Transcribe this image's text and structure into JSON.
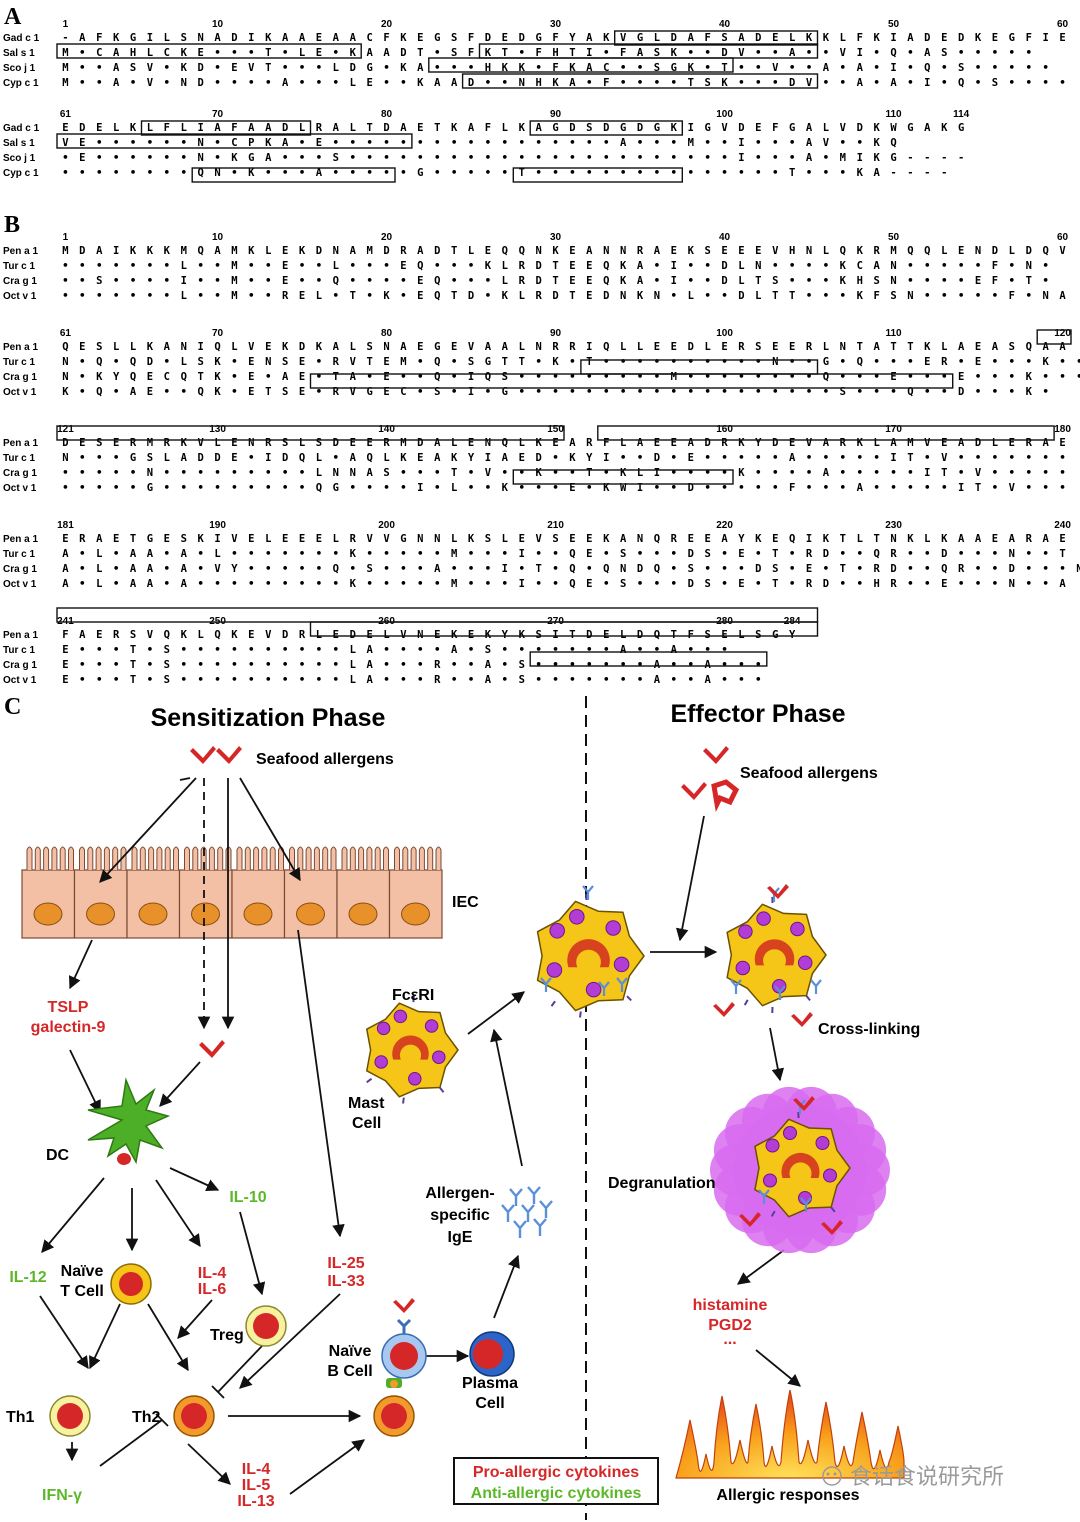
{
  "panels": {
    "a": "A",
    "b": "B",
    "c": "C"
  },
  "alignment_a": {
    "numbers": {
      "row1": [
        {
          "col": 0,
          "label": "1"
        },
        {
          "col": 9,
          "label": "10"
        },
        {
          "col": 19,
          "label": "20"
        },
        {
          "col": 29,
          "label": "30"
        },
        {
          "col": 39,
          "label": "40"
        },
        {
          "col": 49,
          "label": "50"
        },
        {
          "col": 59,
          "label": "60"
        }
      ],
      "row2": [
        {
          "col": 0,
          "label": "61"
        },
        {
          "col": 9,
          "label": "70"
        },
        {
          "col": 19,
          "label": "80"
        },
        {
          "col": 29,
          "label": "90"
        },
        {
          "col": 39,
          "label": "100"
        },
        {
          "col": 49,
          "label": "110"
        },
        {
          "col": 53,
          "label": "114"
        }
      ]
    },
    "blocks": [
      {
        "names": [
          "Gad c 1",
          "Sal s 1",
          "Sco j 1",
          "Cyp c 1"
        ],
        "seqs": [
          "-AFKGILSNADIKAAEAACFKEGSFDEDGFYAKVGLDAFSADELKKLFKIADEDKEGFIE",
          "M•CAHLCKE•••T•LE•KAADT•SFKT•FHTI•FASK••DV••A••VI•Q•AS•••••",
          "M••ASV•KD•EVT•••LDG•KA•••HKK•FKAC••SGK•T••V••A•A•I•Q•S•••••",
          "M••A•V•ND••••A•••LE••KAAD••NHKA•F••••TSK•••DV••A•A•I•Q•S••••"
        ]
      },
      {
        "names": [
          "Gad c 1",
          "Sal s 1",
          "Sco j 1",
          "Cyp c 1"
        ],
        "seqs": [
          "EDELKLFLIAFAADLRALTDAETKAFLKAGDSDGDGKIGVDEFGALVDKWGAKG",
          "VE••••••N•CPKA•E•••••••••••••••••A•••M••I•••AV••KQ",
          "•E••••••N•KGA•••S•••••••••••••••••••••••I•••A•MIKG----",
          "••••••••QN•K•••A•••••G•••••T•••••••••••••••T•••KA----"
        ]
      }
    ]
  },
  "alignment_b": {
    "numbers": [
      [
        {
          "col": 0,
          "label": "1"
        },
        {
          "col": 9,
          "label": "10"
        },
        {
          "col": 19,
          "label": "20"
        },
        {
          "col": 29,
          "label": "30"
        },
        {
          "col": 39,
          "label": "40"
        },
        {
          "col": 49,
          "label": "50"
        },
        {
          "col": 59,
          "label": "60"
        }
      ],
      [
        {
          "col": 0,
          "label": "61"
        },
        {
          "col": 9,
          "label": "70"
        },
        {
          "col": 19,
          "label": "80"
        },
        {
          "col": 29,
          "label": "90"
        },
        {
          "col": 39,
          "label": "100"
        },
        {
          "col": 49,
          "label": "110"
        },
        {
          "col": 59,
          "label": "120"
        }
      ],
      [
        {
          "col": 0,
          "label": "121"
        },
        {
          "col": 9,
          "label": "130"
        },
        {
          "col": 19,
          "label": "140"
        },
        {
          "col": 29,
          "label": "150"
        },
        {
          "col": 39,
          "label": "160"
        },
        {
          "col": 49,
          "label": "170"
        },
        {
          "col": 59,
          "label": "180"
        }
      ],
      [
        {
          "col": 0,
          "label": "181"
        },
        {
          "col": 9,
          "label": "190"
        },
        {
          "col": 19,
          "label": "200"
        },
        {
          "col": 29,
          "label": "210"
        },
        {
          "col": 39,
          "label": "220"
        },
        {
          "col": 49,
          "label": "230"
        },
        {
          "col": 59,
          "label": "240"
        }
      ],
      [
        {
          "col": 0,
          "label": "241"
        },
        {
          "col": 9,
          "label": "250"
        },
        {
          "col": 19,
          "label": "260"
        },
        {
          "col": 29,
          "label": "270"
        },
        {
          "col": 39,
          "label": "280"
        },
        {
          "col": 43,
          "label": "284"
        }
      ]
    ],
    "blocks": [
      {
        "names": [
          "Pen a 1",
          "Tur c 1",
          "Cra g 1",
          "Oct v 1"
        ],
        "seqs": [
          "MDAIKKKMQAMKLEKDNAMDRADTLEQQNKEANNRAEKSEEEVHNLQKRMQQLENDLDQV",
          "•••••••L••M••E••L•••EQ•••KLRDTEEQKA•I••DLN••••KCAN•••••F•N•",
          "••S••••I••M••E••Q••••EQ•••LRDTEEQKA•I••DLTS•••KHSN••••EF•T•",
          "•••••••L••M••REL•T•K•EQTD•KLRDTEDNKN•L••DLTT•••KFSN•••••F•NA"
        ]
      },
      {
        "names": [
          "Pen a 1",
          "Tur c 1",
          "Cra g 1",
          "Oct v 1"
        ],
        "seqs": [
          "QESLLKANIQLVEKDKALSNAEGEVAALNRRIQLLEEDLERSEERLNTATTKLAEASQAA",
          "N•Q•QD•LSK•ENSE•RVTEM•Q•SGTT•K•T••••••••••N••G•Q•••ER•E•••K••",
          "N•KYQECQTK•E•AE•TA•E••Q•IQS•••••••••M••••••••Q•••E•••E•••K•••",
          "K•Q•AE••QK•ETSE•RVGEC•S•I•G•••••••••••••••••••S•••Q••D•••K•"
        ]
      },
      {
        "names": [
          "Pen a 1",
          "Tur c 1",
          "Cra g 1",
          "Oct v 1"
        ],
        "seqs": [
          "DESERMRKVLENRSLSDEERMDALENQLKEARFLAEEADRKYDEVARKLAMVEADLERAE",
          "N•••GSLADDE•IDQL•AQLKEAKYIAED•KYI••D•E•••••A•••••IT•V•••••••",
          "•••••N•••••••••LNNAS•••T•V••K••T•KLI••••K••••A•••••IT•V•••••",
          "•••••G•••••••••QG••••I•L••K•••E•KWI••D•••••F•••A•••••IT•V•••"
        ]
      },
      {
        "names": [
          "Pen a 1",
          "Tur c 1",
          "Cra g 1",
          "Oct v 1"
        ],
        "seqs": [
          "ERAETGESKIVELEEELRVVGNNLKSLEVSEEKANQREEAYKEQIKTLTNKLKAAEARAE",
          "A•L•AA•A•L•••••••K•••••M•••I••QE•S•••DS•E•T•RD••QR••D•••N••T",
          "A•L•AA•A•VY•••••Q•S•••A•••I•T•Q•QNDQ•S•••DS•E•T•RD••QR••D•••N••T",
          "A•L•AA•A•••••••••K•••••M•••I••QE•S•••DS•E•T•RD••HR••E•••N••A"
        ]
      },
      {
        "names": [
          "Pen a 1",
          "Tur c 1",
          "Cra g 1",
          "Oct v 1"
        ],
        "seqs": [
          "FAERSVQKLQKEVDRLEDELVNEKEKYKSITDELDQTFSELSGY",
          "E•••T•S••••••••••LA••••A•S•••••••A••A•••",
          "E•••T•S••••••••••LA•••R••A•S•••••••A••A•••",
          "E•••T•S••••••••••LA•••R••A•S•••••••A••A•••"
        ]
      }
    ]
  },
  "diagram": {
    "sensitization_title": "Sensitization Phase",
    "effector_title": "Effector Phase",
    "labels": {
      "seafood_allergens_1": "Seafood allergens",
      "seafood_allergens_2": "Seafood allergens",
      "iec": "IEC",
      "tslp": "TSLP",
      "galectin": "galectin-9",
      "dc": "DC",
      "il10": "IL-10",
      "il12": "IL-12",
      "naive_t_1": "Naïve",
      "naive_t_2": "T Cell",
      "il4": "IL-4",
      "il6": "IL-6",
      "treg": "Treg",
      "il25": "IL-25",
      "il33": "IL-33",
      "th1": "Th1",
      "th2": "Th2",
      "ifng": "IFN-γ",
      "il4b": "IL-4",
      "il5": "IL-5",
      "il13": "IL-13",
      "naive_b_1": "Naïve",
      "naive_b_2": "B Cell",
      "plasma_1": "Plasma",
      "plasma_2": "Cell",
      "ige_1": "Allergen-",
      "ige_2": "specific",
      "ige_3": "IgE",
      "fceri": "FcεRI",
      "mast_1": "Mast",
      "mast_2": "Cell",
      "crosslinking": "Cross-linking",
      "degranulation": "Degranulation",
      "histamine": "histamine",
      "pgd2": "PGD2",
      "ellipsis": "...",
      "allergic": "Allergic responses"
    },
    "legend": {
      "pro": "Pro-allergic cytokines",
      "anti": "Anti-allergic cytokines"
    },
    "watermark": "食话食说研究所",
    "colors": {
      "pro": "#d62728",
      "anti": "#5cb82a",
      "iec": "#f3c0a6",
      "mast": "#f5c518",
      "granule": "#b33bd6",
      "degran": "#d86cf0"
    }
  }
}
